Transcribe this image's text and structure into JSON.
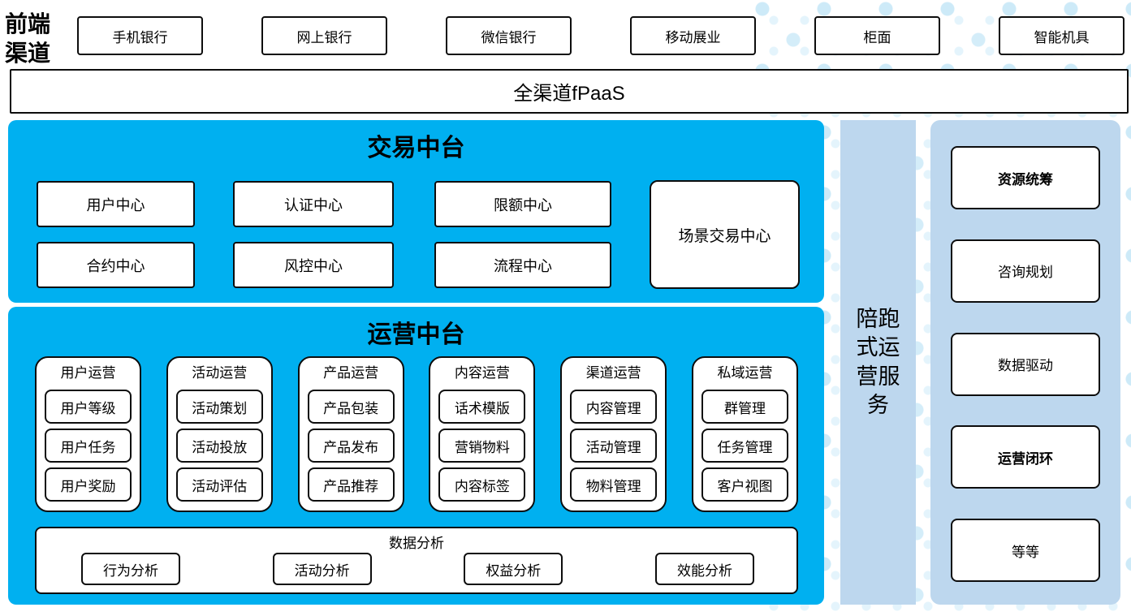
{
  "front_channels": {
    "label": "前端渠道",
    "items": [
      "手机银行",
      "网上银行",
      "微信银行",
      "移动展业",
      "柜面",
      "智能机具"
    ]
  },
  "fpaas_bar": {
    "label": "全渠道fPaaS"
  },
  "trade_platform": {
    "title": "交易中台",
    "centers": [
      "用户中心",
      "认证中心",
      "限额中心",
      "合约中心",
      "风控中心",
      "流程中心"
    ],
    "scene_center": "场景交易中心"
  },
  "ops_platform": {
    "title": "运营中台",
    "columns": [
      {
        "title": "用户运营",
        "items": [
          "用户等级",
          "用户任务",
          "用户奖励"
        ]
      },
      {
        "title": "活动运营",
        "items": [
          "活动策划",
          "活动投放",
          "活动评估"
        ]
      },
      {
        "title": "产品运营",
        "items": [
          "产品包装",
          "产品发布",
          "产品推荐"
        ]
      },
      {
        "title": "内容运营",
        "items": [
          "话术模版",
          "营销物料",
          "内容标签"
        ]
      },
      {
        "title": "渠道运营",
        "items": [
          "内容管理",
          "活动管理",
          "物料管理"
        ]
      },
      {
        "title": "私域运营",
        "items": [
          "群管理",
          "任务管理",
          "客户视图"
        ]
      }
    ],
    "data_analysis": {
      "title": "数据分析",
      "items": [
        "行为分析",
        "活动分析",
        "权益分析",
        "效能分析"
      ]
    }
  },
  "service_bar": {
    "label": "陪跑式运营服务"
  },
  "service_panel": {
    "items": [
      {
        "label": "资源统筹",
        "bold": true
      },
      {
        "label": "咨询规划",
        "bold": false
      },
      {
        "label": "数据驱动",
        "bold": false
      },
      {
        "label": "运营闭环",
        "bold": true
      },
      {
        "label": "等等",
        "bold": false
      }
    ]
  },
  "colors": {
    "platform_blue": "#00b0f0",
    "panel_light_blue": "#bdd7ee",
    "dot_light": "#e4f4fc",
    "dot_medium": "#cdeaf8",
    "border_black": "#0d0d0d"
  }
}
